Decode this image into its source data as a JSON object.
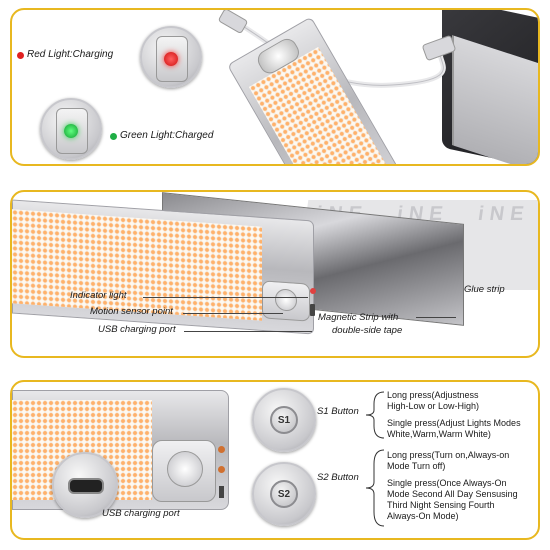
{
  "panel1": {
    "red_label": "Red Light:Charging",
    "green_label": "Green Light:Charged",
    "red_color": "#e02020",
    "green_color": "#1fae45"
  },
  "panel2": {
    "indicator_label": "Indicator light",
    "motion_label": "Motion sensor point",
    "usb_label": "USB charging port",
    "magnetic_label_line1": "Magnetic Strip with",
    "magnetic_label_line2": "double-side tape",
    "glue_label": "Glue strip",
    "glue_print": "iNE"
  },
  "panel3": {
    "usb_label": "USB charging port",
    "s1_label": "S1 Button",
    "s2_label": "S2 Button",
    "s1_button_text": "S1",
    "s2_button_text": "S2",
    "s1_long_line1": "Long press(Adjustness",
    "s1_long_line2": "High-Low or Low-High)",
    "s1_single_line1": "Single press(Adjust Lights Modes",
    "s1_single_line2": "White,Warm,Warm White)",
    "s2_long_line1": "Long press(Turn on,Always-on",
    "s2_long_line2": "Mode Turn off)",
    "s2_single_line1": "Single press(Once Always-On",
    "s2_single_line2": "Mode Second All Day Sensusing",
    "s2_single_line3": "Third Night Sensing Fourth",
    "s2_single_line4": "Always-On Mode)"
  }
}
